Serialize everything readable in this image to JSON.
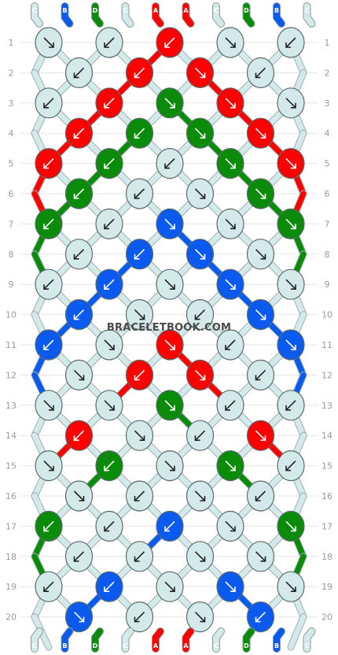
{
  "watermark": "BRACELETBOOK.COM",
  "colors": {
    "A": "#ff0000",
    "B": "#0a5af0",
    "C": "#d4eaea",
    "D": "#0a8c0a"
  },
  "strands_top": [
    "C",
    "B",
    "D",
    "C",
    "A",
    "A",
    "C",
    "D",
    "B",
    "C"
  ],
  "strands_bottom": [
    "C",
    "B",
    "D",
    "C",
    "A",
    "A",
    "C",
    "D",
    "B",
    "C"
  ],
  "row_numbers": [
    "1",
    "2",
    "3",
    "4",
    "5",
    "6",
    "7",
    "8",
    "9",
    "10",
    "11",
    "12",
    "13",
    "14",
    "15",
    "16",
    "17",
    "18",
    "19",
    "20"
  ],
  "knots": [
    [
      {
        "c": "C",
        "d": "r"
      },
      {
        "c": "C",
        "d": "l"
      },
      {
        "c": "A",
        "d": "l"
      },
      {
        "c": "C",
        "d": "r"
      },
      {
        "c": "C",
        "d": "l"
      }
    ],
    [
      {
        "c": "C",
        "d": "l"
      },
      {
        "c": "A",
        "d": "l"
      },
      {
        "c": "A",
        "d": "r"
      },
      {
        "c": "C",
        "d": "l"
      }
    ],
    [
      {
        "c": "C",
        "d": "l"
      },
      {
        "c": "A",
        "d": "l"
      },
      {
        "c": "D",
        "d": "r"
      },
      {
        "c": "A",
        "d": "r"
      },
      {
        "c": "C",
        "d": "r"
      }
    ],
    [
      {
        "c": "A",
        "d": "l"
      },
      {
        "c": "D",
        "d": "l"
      },
      {
        "c": "D",
        "d": "r"
      },
      {
        "c": "A",
        "d": "r"
      }
    ],
    [
      {
        "c": "A",
        "d": "l"
      },
      {
        "c": "D",
        "d": "l"
      },
      {
        "c": "C",
        "d": "l"
      },
      {
        "c": "D",
        "d": "r"
      },
      {
        "c": "A",
        "d": "r"
      }
    ],
    [
      {
        "c": "D",
        "d": "l"
      },
      {
        "c": "C",
        "d": "l"
      },
      {
        "c": "C",
        "d": "r"
      },
      {
        "c": "D",
        "d": "r"
      }
    ],
    [
      {
        "c": "D",
        "d": "l"
      },
      {
        "c": "C",
        "d": "l"
      },
      {
        "c": "B",
        "d": "r"
      },
      {
        "c": "C",
        "d": "r"
      },
      {
        "c": "D",
        "d": "r"
      }
    ],
    [
      {
        "c": "C",
        "d": "l"
      },
      {
        "c": "B",
        "d": "l"
      },
      {
        "c": "B",
        "d": "r"
      },
      {
        "c": "C",
        "d": "r"
      }
    ],
    [
      {
        "c": "C",
        "d": "l"
      },
      {
        "c": "B",
        "d": "l"
      },
      {
        "c": "C",
        "d": "r"
      },
      {
        "c": "B",
        "d": "r"
      },
      {
        "c": "C",
        "d": "r"
      }
    ],
    [
      {
        "c": "B",
        "d": "l"
      },
      {
        "c": "C",
        "d": "r"
      },
      {
        "c": "C",
        "d": "l"
      },
      {
        "c": "B",
        "d": "r"
      }
    ],
    [
      {
        "c": "B",
        "d": "l"
      },
      {
        "c": "C",
        "d": "r"
      },
      {
        "c": "A",
        "d": "r"
      },
      {
        "c": "C",
        "d": "l"
      },
      {
        "c": "B",
        "d": "r"
      }
    ],
    [
      {
        "c": "C",
        "d": "r"
      },
      {
        "c": "A",
        "d": "l"
      },
      {
        "c": "A",
        "d": "r"
      },
      {
        "c": "C",
        "d": "l"
      }
    ],
    [
      {
        "c": "C",
        "d": "r"
      },
      {
        "c": "C",
        "d": "r"
      },
      {
        "c": "D",
        "d": "r"
      },
      {
        "c": "C",
        "d": "l"
      },
      {
        "c": "C",
        "d": "l"
      }
    ],
    [
      {
        "c": "A",
        "d": "l"
      },
      {
        "c": "C",
        "d": "r"
      },
      {
        "c": "C",
        "d": "l"
      },
      {
        "c": "A",
        "d": "r"
      }
    ],
    [
      {
        "c": "C",
        "d": "r"
      },
      {
        "c": "D",
        "d": "l"
      },
      {
        "c": "C",
        "d": "r"
      },
      {
        "c": "D",
        "d": "r"
      },
      {
        "c": "C",
        "d": "l"
      }
    ],
    [
      {
        "c": "C",
        "d": "r"
      },
      {
        "c": "C",
        "d": "l"
      },
      {
        "c": "C",
        "d": "r"
      },
      {
        "c": "C",
        "d": "l"
      }
    ],
    [
      {
        "c": "D",
        "d": "l"
      },
      {
        "c": "C",
        "d": "l"
      },
      {
        "c": "B",
        "d": "l"
      },
      {
        "c": "C",
        "d": "r"
      },
      {
        "c": "D",
        "d": "r"
      }
    ],
    [
      {
        "c": "C",
        "d": "l"
      },
      {
        "c": "C",
        "d": "l"
      },
      {
        "c": "C",
        "d": "r"
      },
      {
        "c": "C",
        "d": "r"
      }
    ],
    [
      {
        "c": "C",
        "d": "l"
      },
      {
        "c": "B",
        "d": "l"
      },
      {
        "c": "C",
        "d": "r"
      },
      {
        "c": "B",
        "d": "r"
      },
      {
        "c": "C",
        "d": "r"
      }
    ],
    [
      {
        "c": "B",
        "d": "r"
      },
      {
        "c": "C",
        "d": "l"
      },
      {
        "c": "C",
        "d": "r"
      },
      {
        "c": "B",
        "d": "l"
      }
    ]
  ]
}
